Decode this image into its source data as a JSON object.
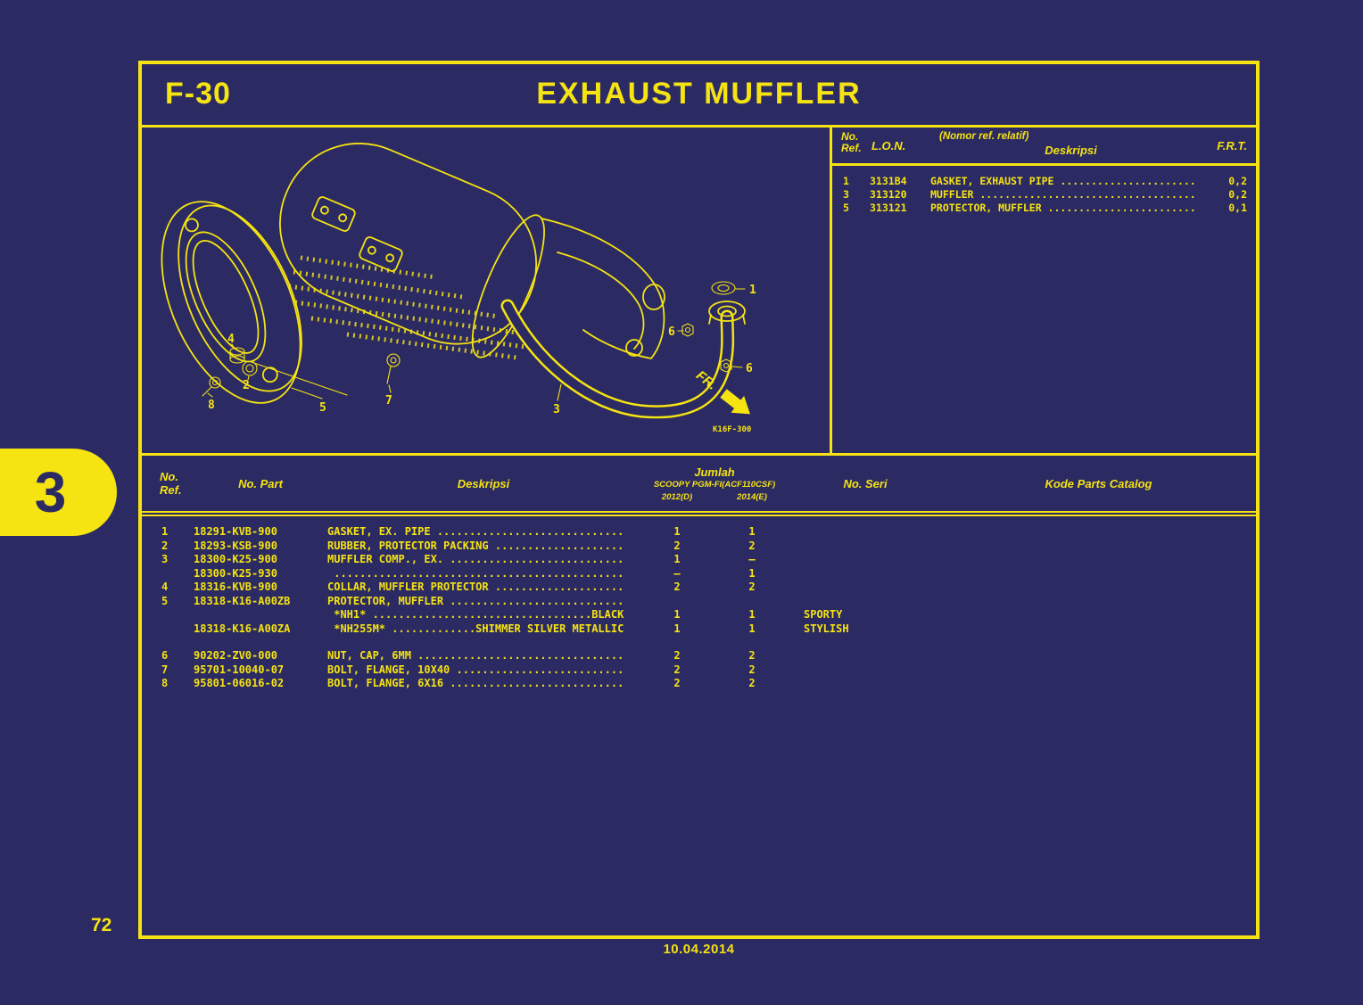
{
  "page": {
    "section_code": "F-30",
    "title": "EXHAUST MUFFLER",
    "tab_number": "3",
    "page_number": "72",
    "date": "10.04.2014",
    "colors": {
      "background": "#2B2A63",
      "accent": "#F5E312"
    }
  },
  "diagram": {
    "fr_label": "FR.",
    "code": "K16F-300",
    "callouts": {
      "c1": "1",
      "c2": "2",
      "c3": "3",
      "c4": "4",
      "c5": "5",
      "c6a": "6",
      "c6b": "6",
      "c7": "7",
      "c8": "8"
    }
  },
  "ref_table": {
    "headers": {
      "no": "No.",
      "ref": "Ref.",
      "lon": "L.O.N.",
      "relatif": "(Nomor ref. relatif)",
      "deskripsi": "Deskripsi",
      "frt": "F.R.T."
    },
    "rows": [
      {
        "ref": "1",
        "lon": "3131B4",
        "desc": "GASKET, EXHAUST PIPE ......................",
        "frt": "0,2"
      },
      {
        "ref": "3",
        "lon": "313120",
        "desc": "MUFFLER ...................................",
        "frt": "0,2"
      },
      {
        "ref": "5",
        "lon": "313121",
        "desc": "PROTECTOR, MUFFLER ........................",
        "frt": "0,1"
      }
    ]
  },
  "parts_table": {
    "headers": {
      "no": "No.",
      "ref": "Ref.",
      "no_part": "No. Part",
      "deskripsi": "Deskripsi",
      "jumlah": "Jumlah",
      "model": "SCOOPY PGM-FI(ACF110CSF)",
      "col_2012": "2012(D)",
      "col_2014": "2014(E)",
      "no_seri": "No. Seri",
      "kode": "Kode Parts Catalog"
    },
    "rows": [
      {
        "ref": "1",
        "part": "18291-KVB-900",
        "desc": "GASKET, EX. PIPE .............................",
        "q2012": "1",
        "q2014": "1",
        "seri": ""
      },
      {
        "ref": "2",
        "part": "18293-KSB-900",
        "desc": "RUBBER, PROTECTOR PACKING ....................",
        "q2012": "2",
        "q2014": "2",
        "seri": ""
      },
      {
        "ref": "3",
        "part": "18300-K25-900",
        "desc": "MUFFLER COMP., EX. ...........................",
        "q2012": "1",
        "q2014": "–",
        "seri": ""
      },
      {
        "ref": "",
        "part": "18300-K25-930",
        "desc": " .............................................",
        "q2012": "–",
        "q2014": "1",
        "seri": ""
      },
      {
        "ref": "4",
        "part": "18316-KVB-900",
        "desc": "COLLAR, MUFFLER PROTECTOR ....................",
        "q2012": "2",
        "q2014": "2",
        "seri": ""
      },
      {
        "ref": "5",
        "part": "18318-K16-A00ZB",
        "desc": "PROTECTOR, MUFFLER ...........................",
        "q2012": "",
        "q2014": "",
        "seri": ""
      },
      {
        "ref": "",
        "part": "",
        "desc": " *NH1* ..................................BLACK",
        "q2012": "1",
        "q2014": "1",
        "seri": "SPORTY"
      },
      {
        "ref": "",
        "part": "18318-K16-A00ZA",
        "desc": " *NH255M* .............SHIMMER SILVER METALLIC",
        "q2012": "1",
        "q2014": "1",
        "seri": "STYLISH"
      },
      {
        "ref": "6",
        "part": "90202-ZV0-000",
        "desc": "NUT, CAP, 6MM ................................",
        "q2012": "2",
        "q2014": "2",
        "seri": ""
      },
      {
        "ref": "7",
        "part": "95701-10040-07",
        "desc": "BOLT, FLANGE, 10X40 ..........................",
        "q2012": "2",
        "q2014": "2",
        "seri": ""
      },
      {
        "ref": "8",
        "part": "95801-06016-02",
        "desc": "BOLT, FLANGE, 6X16 ...........................",
        "q2012": "2",
        "q2014": "2",
        "seri": ""
      }
    ]
  }
}
